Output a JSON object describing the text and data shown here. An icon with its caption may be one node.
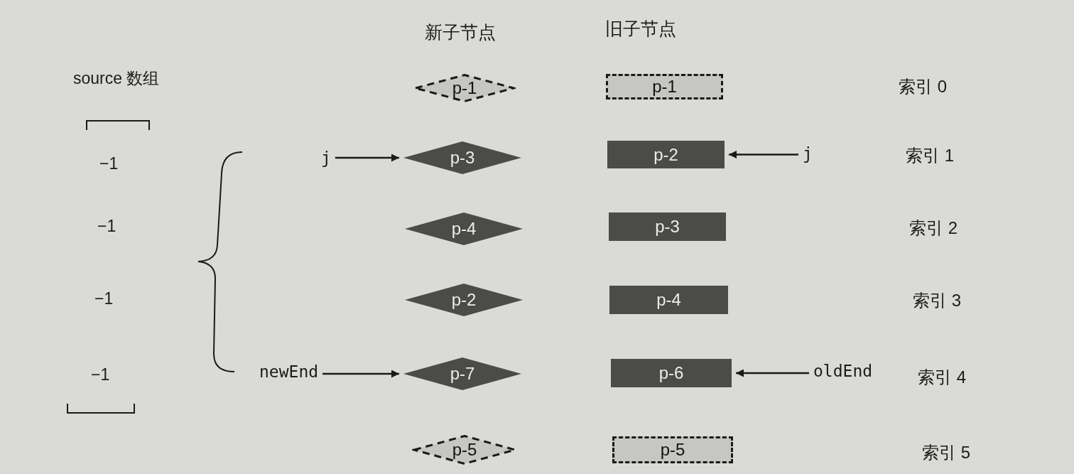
{
  "diagram": {
    "nodes": [
      {
        "text": [
          "p-1"
        ]
      },
      {
        "text": [
          "p-1"
        ]
      },
      {
        "text": [
          "j"
        ]
      },
      {
        "text": [
          "p-3"
        ]
      },
      {
        "text": [
          "p-2"
        ]
      },
      {
        "text": [
          "j"
        ]
      },
      {
        "text": [
          "p-4"
        ]
      },
      {
        "text": [
          "p-3"
        ]
      },
      {
        "text": [
          "p-2"
        ]
      },
      {
        "text": [
          "p-4"
        ]
      },
      {
        "text": [
          "newEnd"
        ]
      },
      {
        "text": [
          "p-7"
        ]
      },
      {
        "text": [
          "p-6"
        ]
      },
      {
        "text": [
          "oldEnd"
        ]
      },
      {
        "text": [
          "p-5"
        ]
      },
      {
        "text": [
          "p-5"
        ]
      }
    ],
    "edges": [
      {
        "from": 2,
        "to": 3,
        "arrow": "to"
      },
      {
        "from": 5,
        "to": 4,
        "arrow": "to"
      },
      {
        "from": 10,
        "to": 11,
        "arrow": "to"
      },
      {
        "from": 13,
        "to": 12,
        "arrow": "to"
      }
    ],
    "labels": [
      "新子节点",
      "旧子节点",
      "source 数组",
      "索引 0",
      "−1",
      "索引 1",
      "−1",
      "索引 2",
      "−1",
      "索引 3",
      "−1",
      "索引 4",
      "索引 5"
    ]
  }
}
